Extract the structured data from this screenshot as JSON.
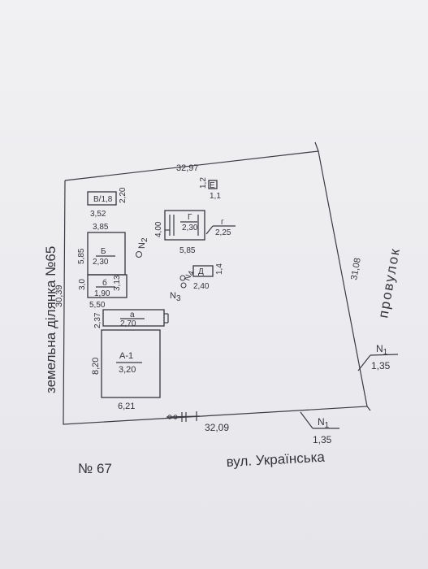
{
  "plot": {
    "top_length": "32,97",
    "left_length": "30,39",
    "right_length": "31,08",
    "bottom_length": "32,09"
  },
  "labels": {
    "left_neighbor": "земельна ділянка №65",
    "right_street": "провулок",
    "bottom_street": "вул. Українська",
    "bottom_left_neighbor": "№ 67"
  },
  "points": {
    "n1": {
      "name": "N",
      "sub": "1",
      "value": "1,35"
    },
    "n2": {
      "name": "N",
      "sub": "2"
    },
    "n3": {
      "name": "N",
      "sub": "3"
    },
    "n4": {
      "name": "N",
      "sub": "4"
    },
    "nz": {
      "name": "N",
      "sub": "1",
      "value": "1,35"
    }
  },
  "buildings": {
    "v": {
      "letter": "В",
      "area": "1,8",
      "width": "3,52",
      "depth": "2,20"
    },
    "e": {
      "letter": "Е",
      "area": "1,1",
      "depth": "1,2"
    },
    "b_upper": {
      "letter": "Б",
      "area": "2,30",
      "width": "3,85",
      "depth": "5,85"
    },
    "b_lower": {
      "letter": "б",
      "area": "1,90",
      "width": "5,50",
      "depth_left": "3,0",
      "depth_right": "3,13"
    },
    "g_upper": {
      "letter": "Г",
      "area": "2,30",
      "depth": "4,00",
      "width": "5,85"
    },
    "g_side": {
      "letter": "г",
      "area": "2,25"
    },
    "d": {
      "letter": "Д",
      "area": "2,40",
      "depth": "1,4"
    },
    "a_small": {
      "letter": "а",
      "area": "2,70",
      "depth": "2,37"
    },
    "a_main": {
      "letter": "А-1",
      "area": "3,20",
      "depth": "8,20",
      "width": "6,21"
    }
  },
  "colors": {
    "paper": "#ededf0",
    "ink": "#33333a"
  }
}
